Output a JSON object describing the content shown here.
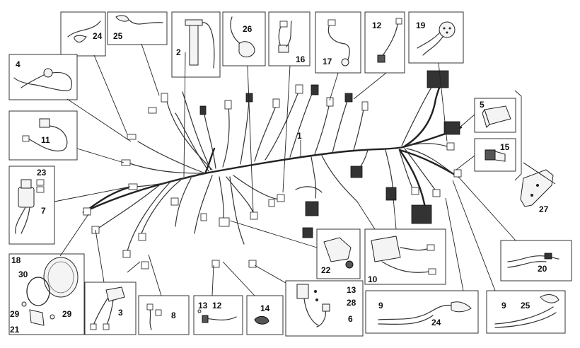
{
  "callouts": [
    {
      "id": "c1",
      "text": "1"
    },
    {
      "id": "c2",
      "text": "2"
    },
    {
      "id": "c3",
      "text": "3"
    },
    {
      "id": "c4",
      "text": "4"
    },
    {
      "id": "c5",
      "text": "5"
    },
    {
      "id": "c6",
      "text": "6"
    },
    {
      "id": "c7",
      "text": "7"
    },
    {
      "id": "c8",
      "text": "8"
    },
    {
      "id": "c9a",
      "text": "9"
    },
    {
      "id": "c9b",
      "text": "9"
    },
    {
      "id": "c10",
      "text": "10"
    },
    {
      "id": "c11",
      "text": "11"
    },
    {
      "id": "c12a",
      "text": "12"
    },
    {
      "id": "c12b",
      "text": "12"
    },
    {
      "id": "c13a",
      "text": "13"
    },
    {
      "id": "c13b",
      "text": "13"
    },
    {
      "id": "c14",
      "text": "14"
    },
    {
      "id": "c15",
      "text": "15"
    },
    {
      "id": "c16",
      "text": "16"
    },
    {
      "id": "c17",
      "text": "17"
    },
    {
      "id": "c18",
      "text": "18"
    },
    {
      "id": "c19",
      "text": "19"
    },
    {
      "id": "c20",
      "text": "20"
    },
    {
      "id": "c21",
      "text": "21"
    },
    {
      "id": "c22",
      "text": "22"
    },
    {
      "id": "c23",
      "text": "23"
    },
    {
      "id": "c24a",
      "text": "24"
    },
    {
      "id": "c24b",
      "text": "24"
    },
    {
      "id": "c25a",
      "text": "25"
    },
    {
      "id": "c25b",
      "text": "25"
    },
    {
      "id": "c26",
      "text": "26"
    },
    {
      "id": "c27",
      "text": "27"
    },
    {
      "id": "c28",
      "text": "28"
    },
    {
      "id": "c29a",
      "text": "29"
    },
    {
      "id": "c29b",
      "text": "29"
    },
    {
      "id": "c30",
      "text": "30"
    }
  ]
}
